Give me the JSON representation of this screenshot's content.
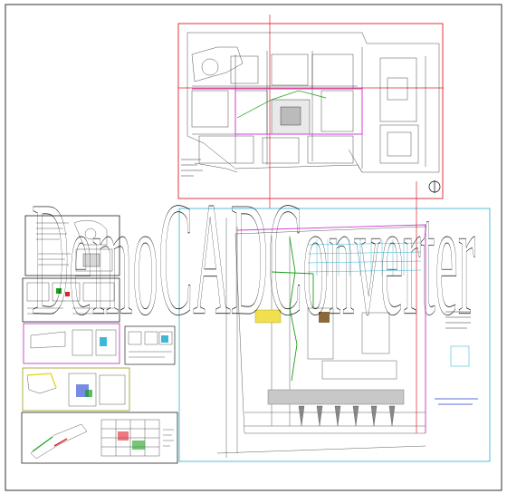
{
  "watermark": {
    "text": "DemoCADConverter"
  },
  "colors": {
    "background": "#ffffff",
    "frame": "#000000",
    "sheet_red": "#e0202a",
    "sheet_cyan": "#3fb8d6",
    "sheet_magenta": "#c020c0",
    "sheet_olive": "#9a9a1a",
    "building_magenta": "#d23cd2",
    "green": "#1aa01a",
    "yellow": "#e6d200",
    "blue": "#2040d0"
  },
  "drawing": {
    "sheets": [
      {
        "id": "site-plan-top",
        "border": "red"
      },
      {
        "id": "site-plan-main",
        "border": "cyan"
      },
      {
        "id": "detail-sheet-1",
        "border": "black"
      },
      {
        "id": "detail-sheet-2",
        "border": "black"
      },
      {
        "id": "detail-sheet-3",
        "border": "magenta"
      },
      {
        "id": "detail-sheet-4",
        "border": "olive"
      },
      {
        "id": "detail-sheet-5",
        "border": "black"
      }
    ]
  }
}
